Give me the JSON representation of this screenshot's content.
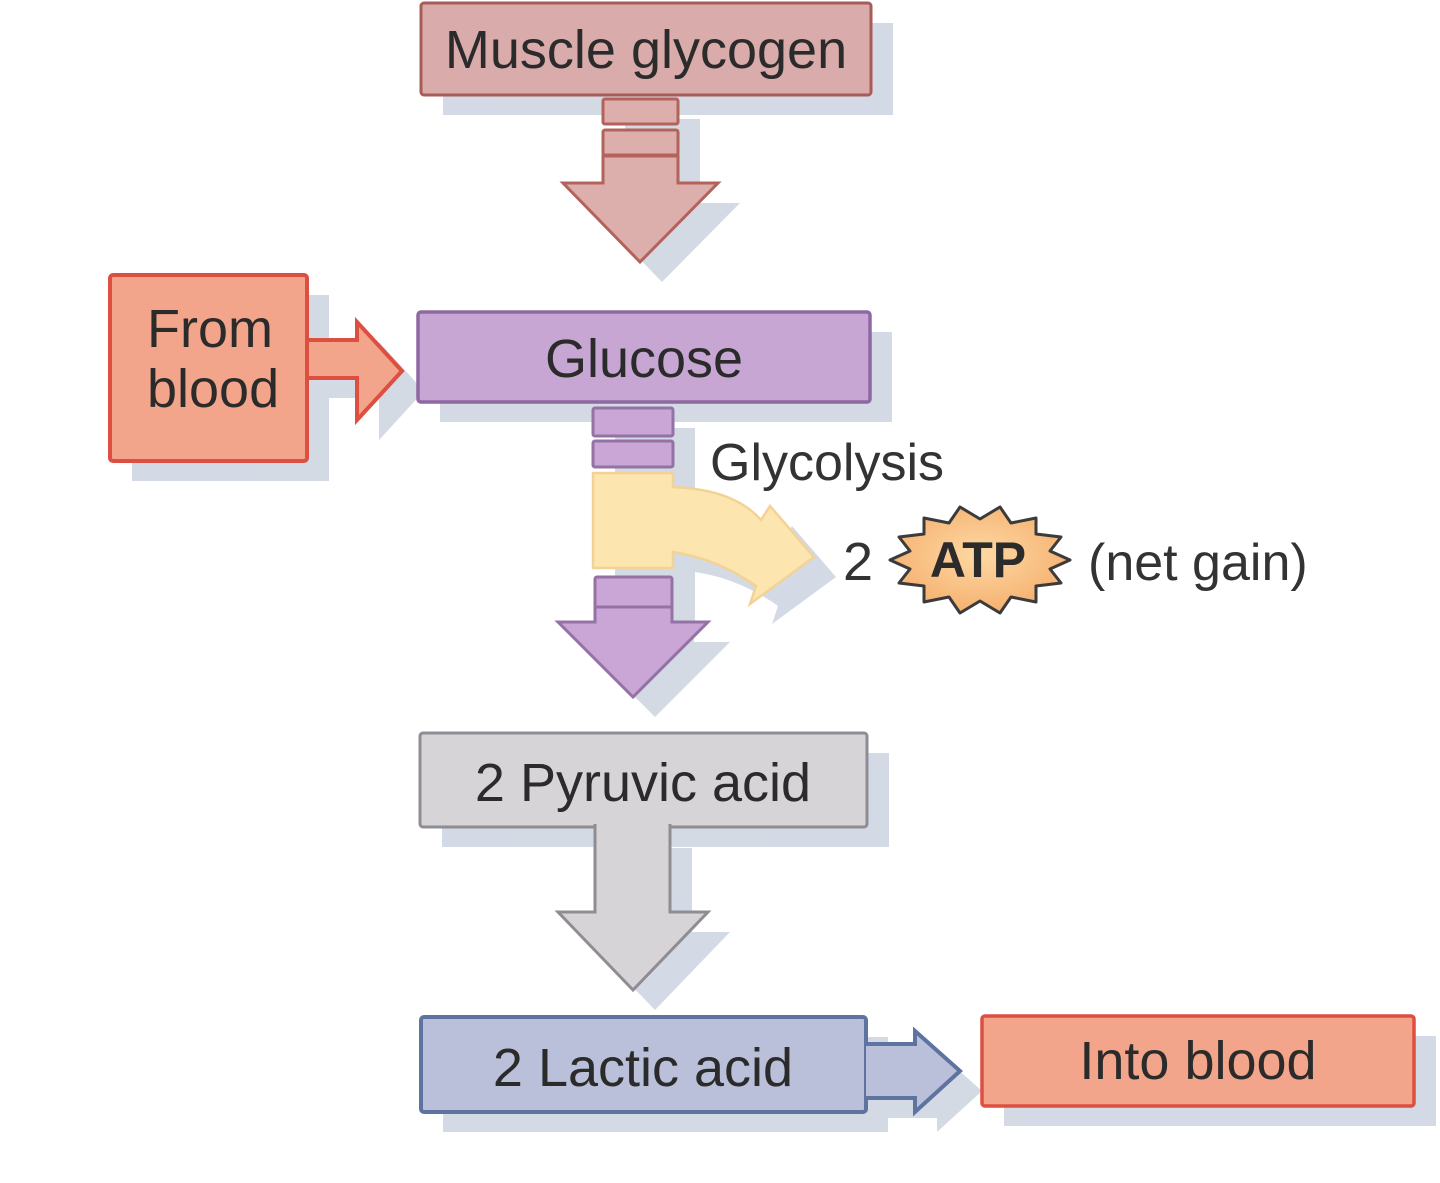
{
  "diagram": {
    "nodes": {
      "muscle_glycogen": {
        "label": "Muscle glycogen"
      },
      "from_blood": {
        "label": "From blood",
        "lines": [
          "From",
          "blood"
        ]
      },
      "glucose": {
        "label": "Glucose"
      },
      "pyruvic_acid": {
        "label": "2 Pyruvic acid"
      },
      "lactic_acid": {
        "label": "2 Lactic acid"
      },
      "into_blood": {
        "label": "Into blood"
      }
    },
    "annotations": {
      "glycolysis": "Glycolysis",
      "atp_count": "2",
      "atp_label": "ATP",
      "net_gain": "(net gain)"
    },
    "colors": {
      "background": "#ffffff",
      "text": "#2b2b2b",
      "annotation_text": "#333333",
      "shadow": "#ccd4e0",
      "rose_box_fill": "#d9abaa",
      "rose_box_border": "#a85b57",
      "rose_arrow_fill": "#dcafac",
      "rose_arrow_border": "#b3635c",
      "salmon_fill": "#f2a58a",
      "salmon_border": "#dc4f41",
      "purple_box_fill": "#c7a6d4",
      "purple_box_border": "#8d68a1",
      "purple_arrow_fill": "#c9a6d5",
      "purple_arrow_border": "#9572a6",
      "yellow_fill": "#fce5af",
      "yellow_border": "#f3d296",
      "gray_fill": "#d7d4d7",
      "gray_border": "#8f8d93",
      "blue_fill": "#bac0d9",
      "blue_border": "#5f73a0",
      "atp_fill_inner": "#fdd9a4",
      "atp_fill_outer": "#f4a966",
      "atp_border": "#3b3b3b"
    }
  }
}
